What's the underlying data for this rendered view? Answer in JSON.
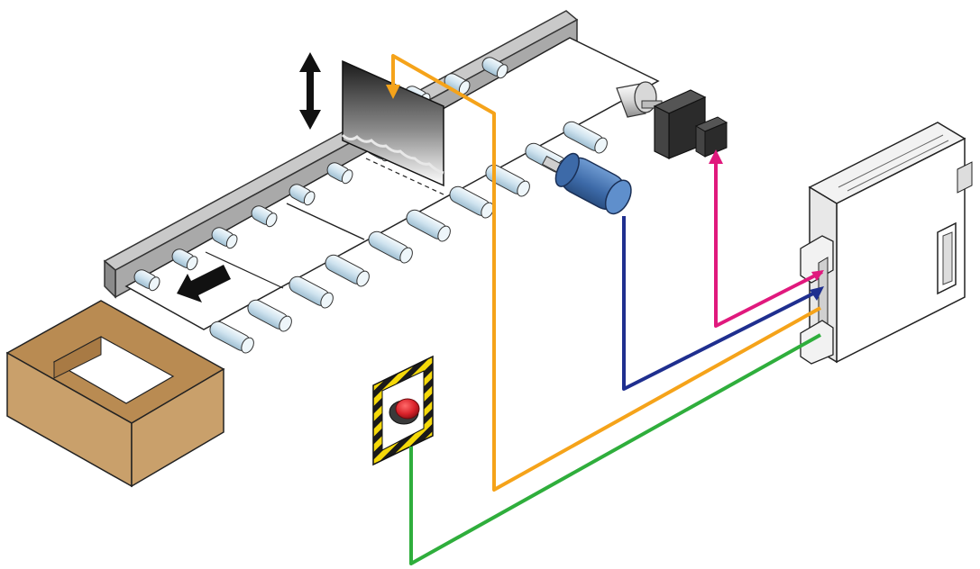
{
  "diagram": {
    "components": [
      {
        "id": "conveyor",
        "icon": "roller-conveyor-icon"
      },
      {
        "id": "cutter",
        "icon": "vertical-cutter-blade-icon"
      },
      {
        "id": "feed-roller",
        "icon": "feed-roller-icon"
      },
      {
        "id": "stepping-motor",
        "icon": "stepping-motor-icon"
      },
      {
        "id": "encoder",
        "icon": "rotary-encoder-icon"
      },
      {
        "id": "plc",
        "icon": "plc-controller-icon"
      },
      {
        "id": "emergency-stop",
        "icon": "emergency-stop-button-icon"
      },
      {
        "id": "collection-box",
        "icon": "cardboard-box-icon"
      },
      {
        "id": "direction-arrow",
        "icon": "output-arrow-icon"
      },
      {
        "id": "cutter-motion",
        "icon": "double-arrow-icon"
      }
    ],
    "wire_colors": {
      "motor_signal": "#e0197d",
      "encoder_signal": "#1f2f8f",
      "cutter_signal": "#f5a31a",
      "estop_signal": "#2fae3c"
    },
    "colors": {
      "conveyor_frame": "#a9a9a9",
      "roller": "#cfe3ef",
      "encoder_body": "#4a7ab8",
      "motor_body": "#2b2b2b",
      "box": "#c9a06b",
      "estop_stripe": "#f5d90a",
      "estop_button": "#d9222a"
    }
  }
}
